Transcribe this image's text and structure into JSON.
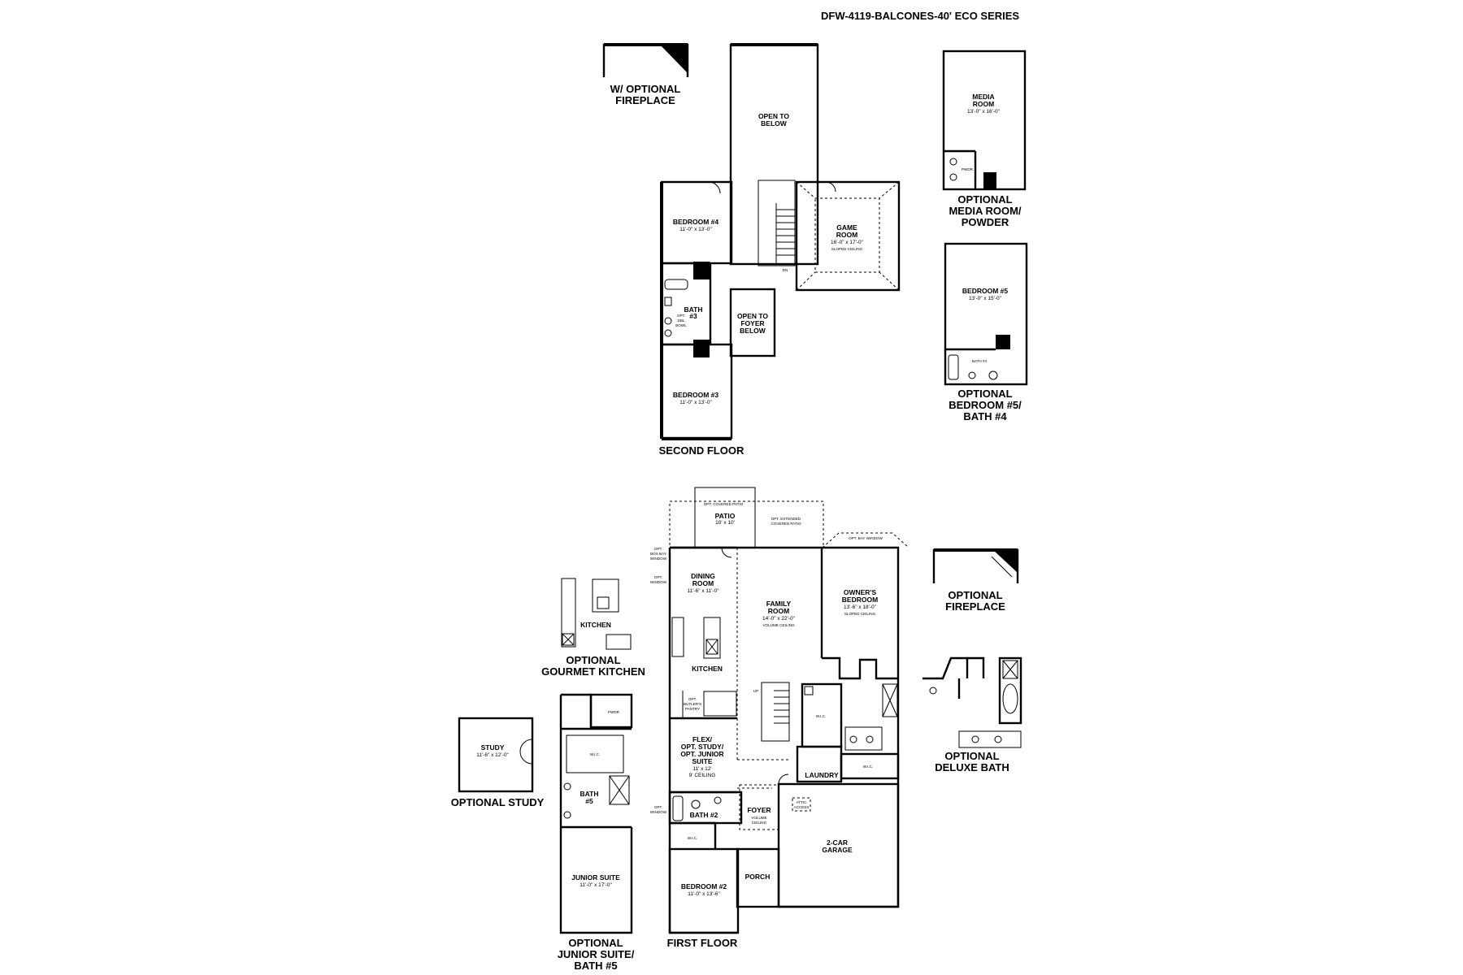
{
  "header": {
    "title": "DFW-4119-BALCONES-40' ECO SERIES"
  },
  "floors": {
    "second": "SECOND FLOOR",
    "first": "FIRST FLOOR"
  },
  "options": {
    "w_fireplace": [
      "W/ OPTIONAL",
      "FIREPLACE"
    ],
    "media": [
      "OPTIONAL",
      "MEDIA ROOM/",
      "POWDER"
    ],
    "bed5": [
      "OPTIONAL",
      "BEDROOM #5/",
      "BATH #4"
    ],
    "fireplace": [
      "OPTIONAL",
      "FIREPLACE"
    ],
    "gourmet": [
      "OPTIONAL",
      "GOURMET KITCHEN"
    ],
    "study": "OPTIONAL STUDY",
    "junior": [
      "OPTIONAL",
      "JUNIOR SUITE/",
      "BATH #5"
    ],
    "deluxe": [
      "OPTIONAL",
      "DELUXE BATH"
    ]
  },
  "rooms": {
    "open_below": [
      "OPEN TO",
      "BELOW"
    ],
    "bedroom4": {
      "name": "BEDROOM #4",
      "dim": "11'-0\" x 13'-0\""
    },
    "game": {
      "name": [
        "GAME",
        "ROOM"
      ],
      "dim": "16'-0\" x 17'-0\"",
      "note": "SLOPED CEILING"
    },
    "bath3": [
      "BATH",
      "#3"
    ],
    "opt_dbl_bowl": [
      "OPT.",
      "DBL",
      "BOWL"
    ],
    "open_foyer": [
      "OPEN TO",
      "FOYER",
      "BELOW"
    ],
    "dn": "DN",
    "bedroom3": {
      "name": "BEDROOM #3",
      "dim": "11'-0\" x 13'-0\""
    },
    "media_room": {
      "name": [
        "MEDIA",
        "ROOM"
      ],
      "dim": "13'-0\" x 16'-0\""
    },
    "pwdr": "PWDR",
    "bedroom5": {
      "name": "BEDROOM #5",
      "dim": "13'-0\" x 15'-0\""
    },
    "bath4": "BATH #4",
    "opt_covered_patio": "OPT. COVERED PATIO",
    "patio": {
      "name": "PATIO",
      "dim": "10' x 10'"
    },
    "opt_extended": [
      "OPT. EXTENDED",
      "COVERED PATIO"
    ],
    "opt_bay": "OPT. BAY WINDOW",
    "opt_box_bay": [
      "OPT.",
      "BOX BAY",
      "WINDOW"
    ],
    "opt_window": [
      "OPT.",
      "WINDOW"
    ],
    "dining": {
      "name": [
        "DINING",
        "ROOM"
      ],
      "dim": "11'-6\" x 11'-0\""
    },
    "family": {
      "name": [
        "FAMILY",
        "ROOM"
      ],
      "dim": "14'-0\" x 22'-0\"",
      "note": "VOLUME CEILING"
    },
    "owners": {
      "name": [
        "OWNER'S",
        "BEDROOM"
      ],
      "dim": "13'-6\" x 18'-0\"",
      "note": "SLOPED CEILING"
    },
    "kitchen": "KITCHEN",
    "opt_pantry": [
      "OPT.",
      "BUTLER'S",
      "PANTRY"
    ],
    "up": "UP",
    "wic": "W.I.C.",
    "flex": {
      "name": [
        "FLEX/",
        "OPT. STUDY/",
        "OPT. JUNIOR",
        "SUITE"
      ],
      "dim": "11' x 12'",
      "note": "9' CEILING"
    },
    "laundry": "LAUNDRY",
    "bath2": "BATH #2",
    "foyer": {
      "name": "FOYER",
      "note": [
        "VOLUME",
        "CEILING"
      ]
    },
    "attic": [
      "ATTIC",
      "ACCESS"
    ],
    "garage": [
      "2-CAR",
      "GARAGE"
    ],
    "porch": "PORCH",
    "bedroom2": {
      "name": "BEDROOM #2",
      "dim": "11'-0\" x 13'-6\""
    },
    "gourmet_kitchen": "KITCHEN",
    "study_room": {
      "name": "STUDY",
      "dim": "11'-6\" x 12'-0\""
    },
    "bath5": [
      "BATH",
      "#5"
    ],
    "junior_suite": {
      "name": "JUNIOR SUITE",
      "dim": "11'-0\" x 17'-0\""
    },
    "media_sm": "MEDIA"
  }
}
